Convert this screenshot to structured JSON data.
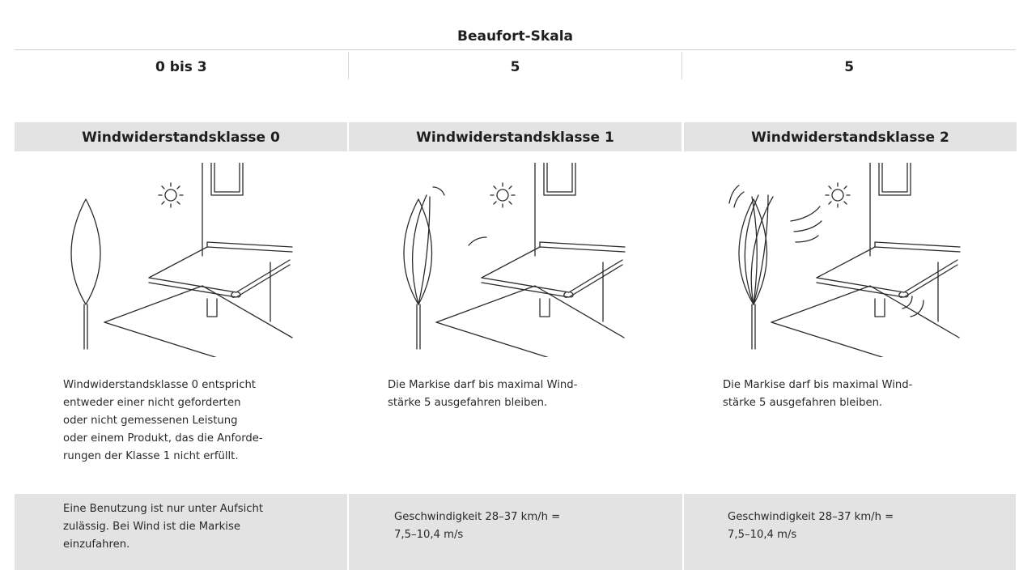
{
  "scale": {
    "title": "Beaufort-Skala",
    "values": [
      "0 bis 3",
      "5",
      "5"
    ]
  },
  "classes": [
    {
      "title": "Windwiderstandsklasse 0",
      "description": "Windwiderstandsklasse 0 entspricht\nentweder einer nicht geforderten\noder nicht gemessenen Leistung\noder einem Produkt, das die Anforde-\nrungen der Klasse 1 nicht erfüllt.",
      "note": "Eine Benutzung ist nur unter Aufsicht\nzulässig. Bei Wind ist die Markise\neinzufahren."
    },
    {
      "title": "Windwiderstandsklasse 1",
      "description": "Die Markise darf bis maximal Wind-\nstärke 5 ausgefahren bleiben.",
      "note": "Geschwindigkeit 28–37 km/h =\n7,5–10,4 m/s"
    },
    {
      "title": "Windwiderstandsklasse 2",
      "description": "Die Markise darf bis maximal Wind-\nstärke 5 ausgefahren bleiben.",
      "note": "Geschwindigkeit 28–37 km/h =\n7,5–10,4 m/s"
    }
  ],
  "illustrations": [
    {
      "icon": "tree-icon",
      "wind": "none"
    },
    {
      "icon": "tree-swaying-icon",
      "wind": "light"
    },
    {
      "icon": "tree-swaying-strong-icon",
      "wind": "strong"
    }
  ]
}
